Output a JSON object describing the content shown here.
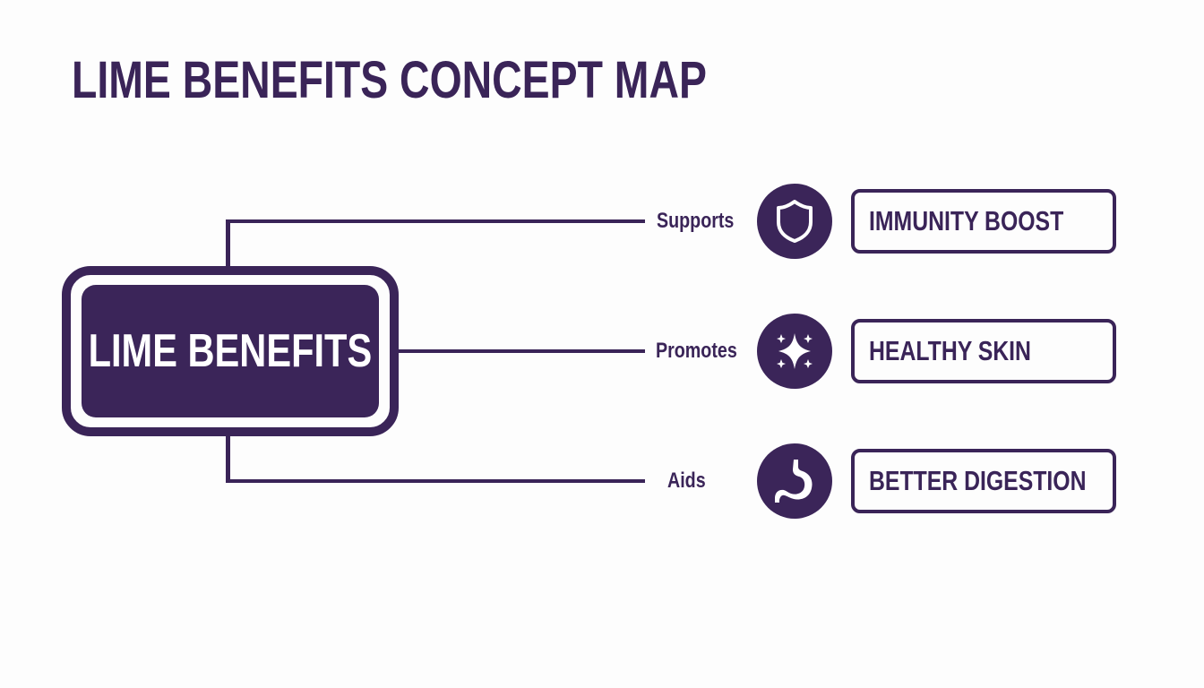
{
  "title": "LIME BENEFITS CONCEPT MAP",
  "colors": {
    "primary": "#3a2458",
    "node_fill": "#3b2559",
    "background": "#fdfdfd",
    "text_on_primary": "#ffffff"
  },
  "central_node": {
    "label": "LIME BENEFITS"
  },
  "branches": [
    {
      "relation": "Supports",
      "icon": "shield-icon",
      "benefit": "IMMUNITY BOOST"
    },
    {
      "relation": "Promotes",
      "icon": "sparkles-icon",
      "benefit": "HEALTHY SKIN"
    },
    {
      "relation": "Aids",
      "icon": "stomach-icon",
      "benefit": "BETTER DIGESTION"
    }
  ]
}
